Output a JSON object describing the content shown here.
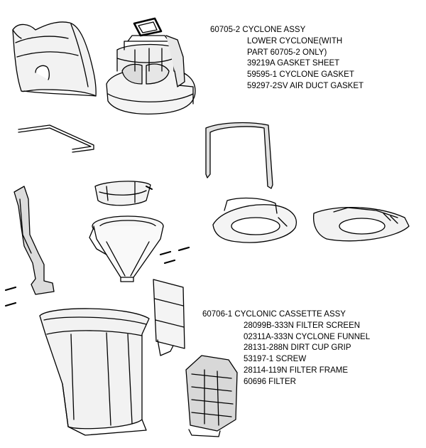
{
  "cyclone_assy": {
    "title": "60705-2 CYCLONE ASSY",
    "items": [
      "LOWER CYCLONE(WITH",
      "PART 60705-2 ONLY)",
      "39219A GASKET SHEET",
      "59595-1 CYCLONE GASKET",
      "59297-2SV AIR DUCT GASKET"
    ]
  },
  "cassette_assy": {
    "title": "60706-1 CYCLONIC CASSETTE ASSY",
    "items": [
      "28099B-333N FILTER SCREEN",
      "02311A-333N CYCLONE FUNNEL",
      "28131-288N DIRT CUP GRIP",
      "53197-1 SCREW",
      "28114-119N FILTER FRAME",
      "60696 FILTER"
    ]
  }
}
